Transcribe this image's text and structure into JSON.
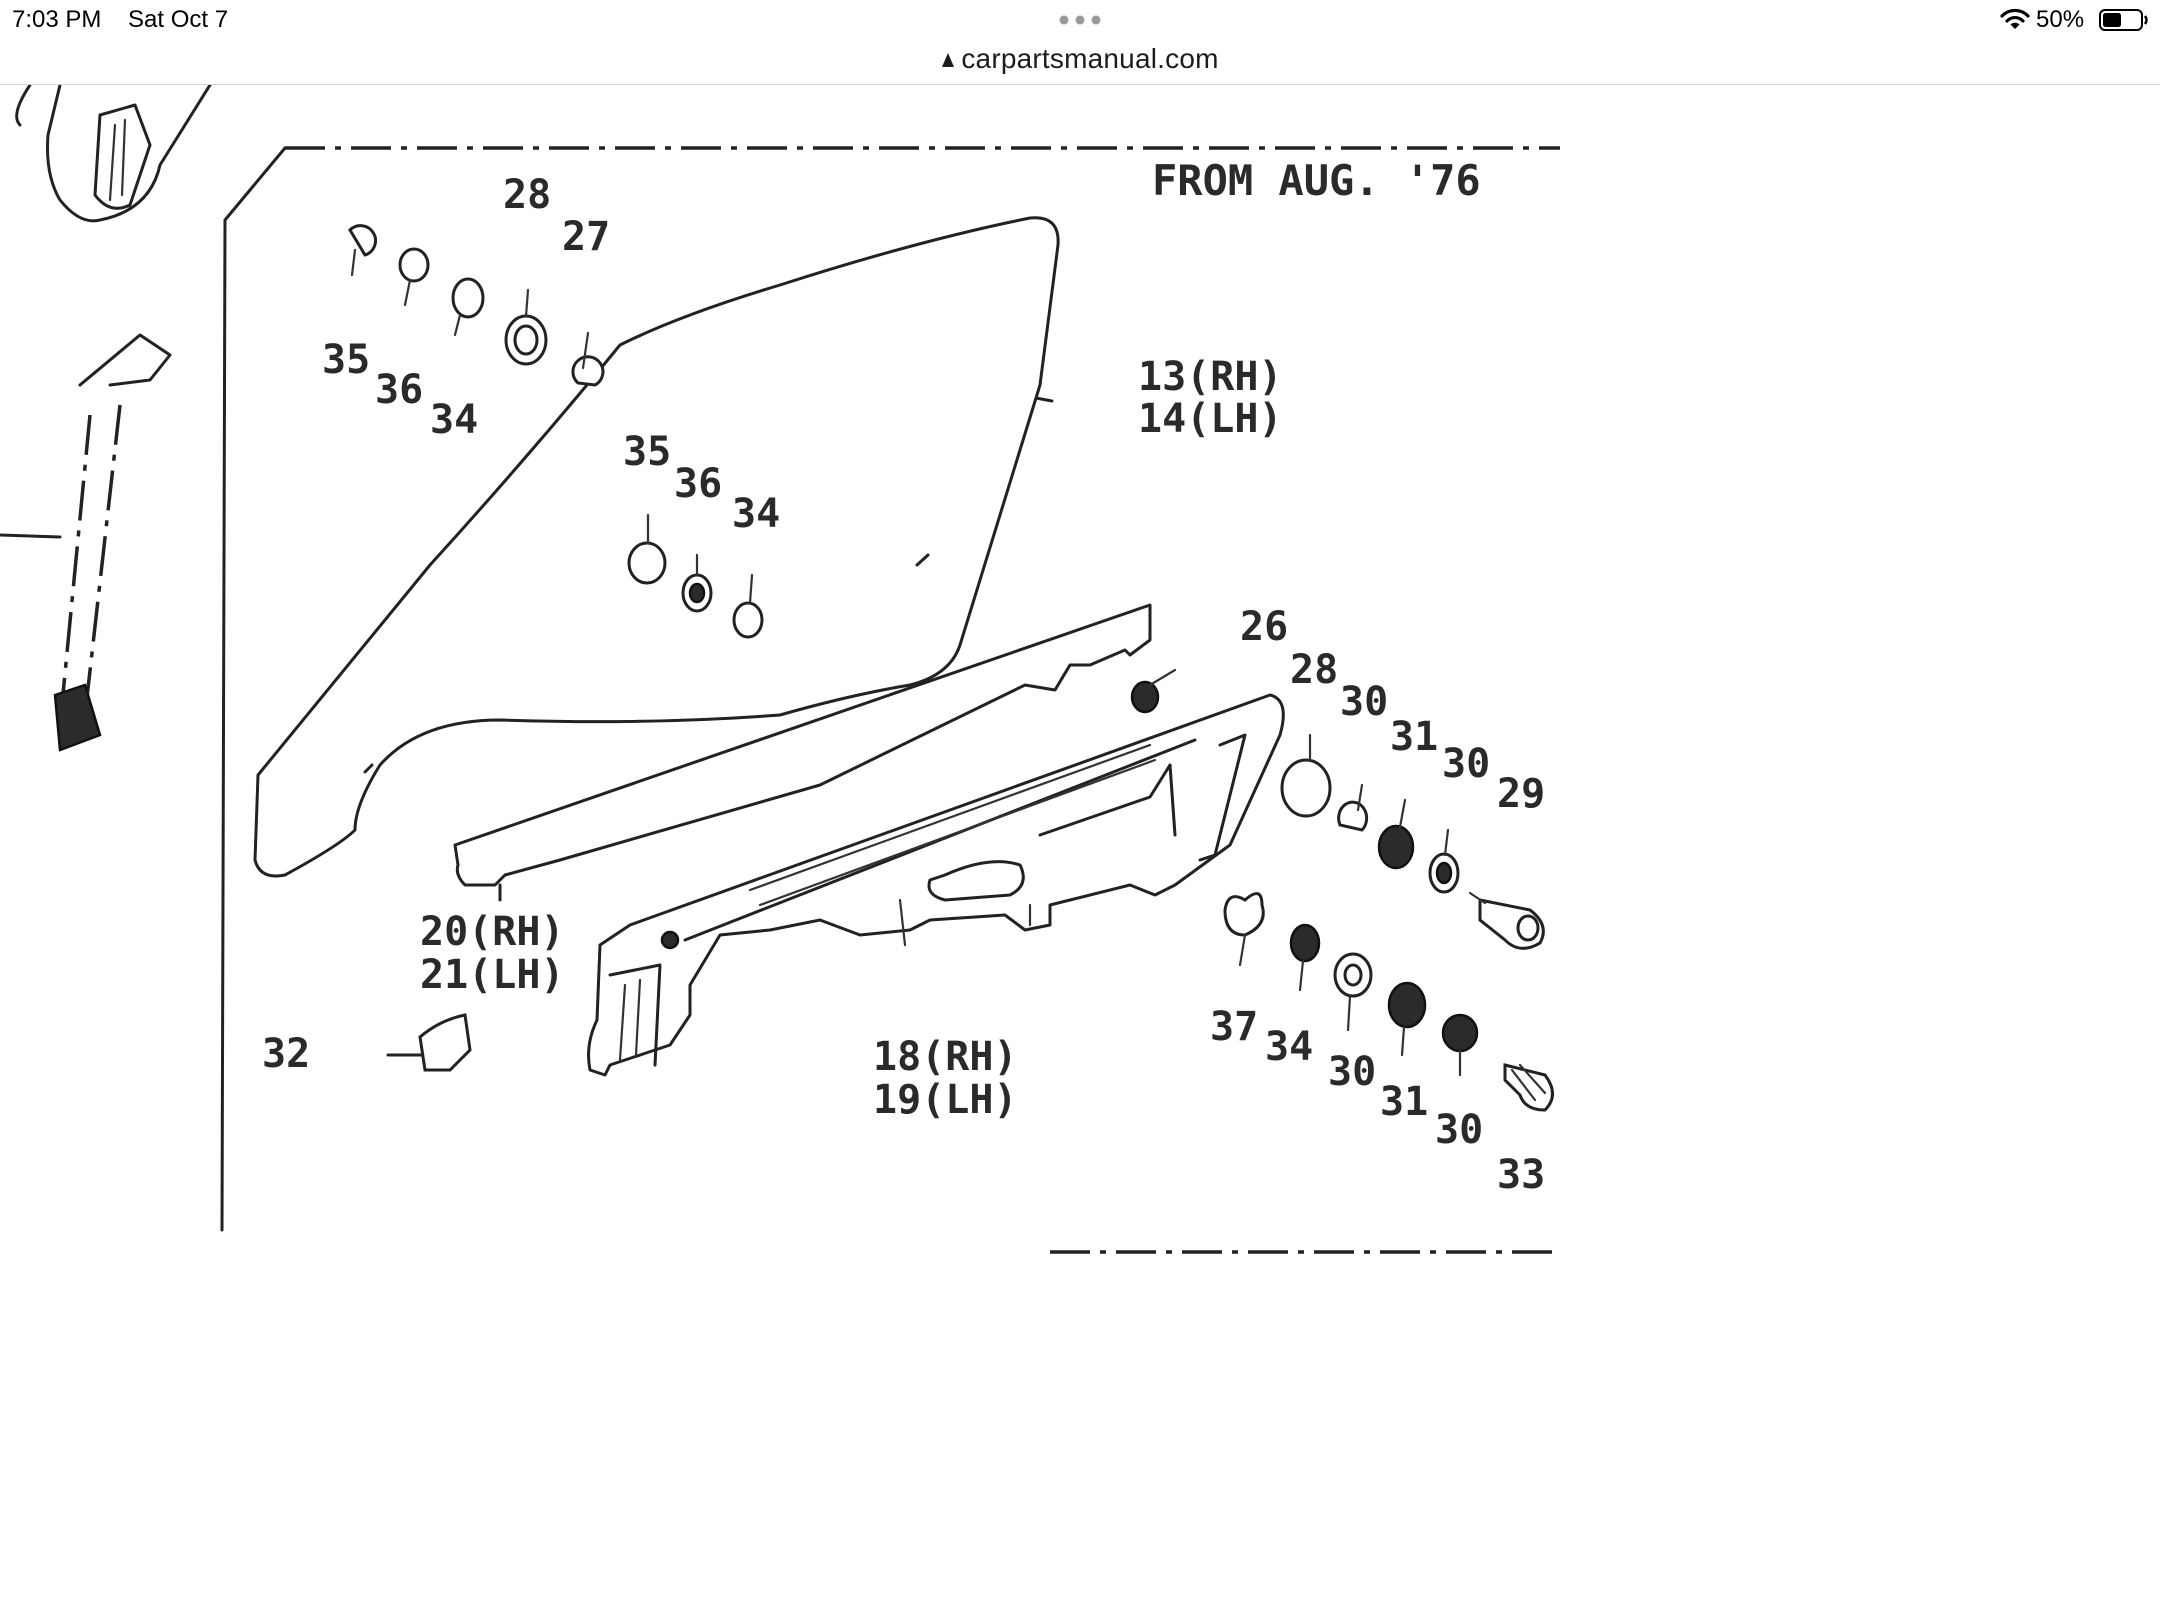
{
  "status_bar": {
    "time": "7:03 PM",
    "date": "Sat Oct 7",
    "battery_percent": "50%",
    "battery_level": 0.5,
    "icons": [
      "more-dots-icon",
      "wifi-icon",
      "battery-icon"
    ]
  },
  "browser": {
    "url": "carpartsmanual.com",
    "icons": [
      "lock-icon"
    ]
  },
  "diagram": {
    "note": "FROM AUG. '76",
    "labels": {
      "l28a": "28",
      "l27": "27",
      "l35a": "35",
      "l36a": "36",
      "l34a": "34",
      "l13": "13(RH)",
      "l14": "14(LH)",
      "l35b": "35",
      "l36b": "36",
      "l34b": "34",
      "l26": "26",
      "l28b": "28",
      "l30a": "30",
      "l31a": "31",
      "l30b": "30",
      "l29": "29",
      "l20": "20(RH)",
      "l21": "21(LH)",
      "l32": "32",
      "l18": "18(RH)",
      "l19": "19(LH)",
      "l37": "37",
      "l34c": "34",
      "l30c": "30",
      "l31b": "31",
      "l30d": "30",
      "l33": "33"
    }
  }
}
